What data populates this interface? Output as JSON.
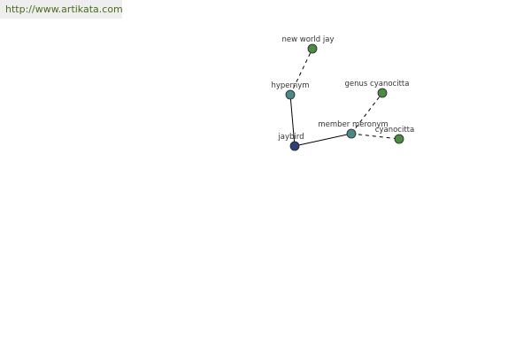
{
  "watermark": {
    "url": "http://www.artikata.com"
  },
  "diagram": {
    "type": "semantic-network",
    "colors": {
      "root_node": "#2e3f7a",
      "relation_node": "#4a8a86",
      "leaf_node": "#4e8a46",
      "edge": "#000000",
      "label": "#333333",
      "watermark_text": "#4a6b1f",
      "watermark_bg": "#eeeeee"
    },
    "nodes": [
      {
        "id": "jaybird",
        "label": "jaybird",
        "kind": "root"
      },
      {
        "id": "hypernym",
        "label": "hypernym",
        "kind": "relation"
      },
      {
        "id": "new_world_jay",
        "label": "new world jay",
        "kind": "leaf"
      },
      {
        "id": "member_meronym",
        "label": "member meronym",
        "kind": "relation"
      },
      {
        "id": "genus_cyanocitta",
        "label": "genus cyanocitta",
        "kind": "leaf"
      },
      {
        "id": "cyanocitta",
        "label": "cyanocitta",
        "kind": "leaf"
      }
    ],
    "edges": [
      {
        "from": "jaybird",
        "to": "hypernym",
        "style": "solid"
      },
      {
        "from": "hypernym",
        "to": "new_world_jay",
        "style": "dashed"
      },
      {
        "from": "jaybird",
        "to": "member_meronym",
        "style": "solid"
      },
      {
        "from": "member_meronym",
        "to": "genus_cyanocitta",
        "style": "dashed"
      },
      {
        "from": "member_meronym",
        "to": "cyanocitta",
        "style": "dashed"
      }
    ]
  }
}
